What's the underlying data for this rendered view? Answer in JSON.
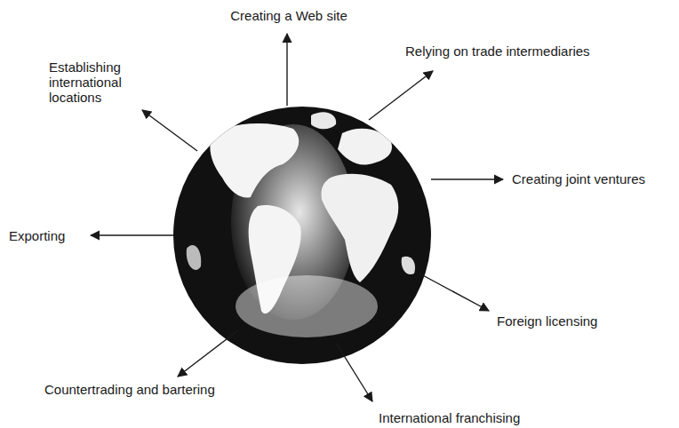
{
  "diagram": {
    "labels": [
      "Creating a Web site",
      "Relying on trade intermediaries",
      "Establishing international locations",
      "Creating joint ventures",
      "Exporting",
      "Foreign licensing",
      "Countertrading and bartering",
      "International franchising"
    ]
  }
}
